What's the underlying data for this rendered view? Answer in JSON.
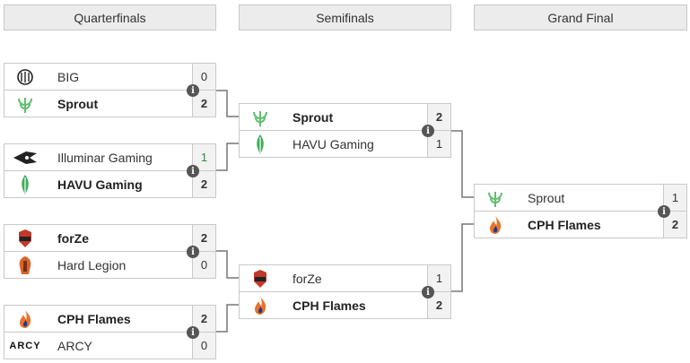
{
  "rounds": [
    {
      "label": "Quarterfinals"
    },
    {
      "label": "Semifinals"
    },
    {
      "label": "Grand Final"
    }
  ],
  "matches": {
    "qf1": {
      "top": {
        "name": "BIG",
        "score": "0",
        "logo": "big-logo-icon"
      },
      "bot": {
        "name": "Sprout",
        "score": "2",
        "logo": "sprout-logo-icon"
      }
    },
    "qf2": {
      "top": {
        "name": "Illuminar Gaming",
        "score": "1",
        "logo": "illuminar-logo-icon"
      },
      "bot": {
        "name": "HAVU Gaming",
        "score": "2",
        "logo": "havu-logo-icon"
      }
    },
    "qf3": {
      "top": {
        "name": "forZe",
        "score": "2",
        "logo": "forze-logo-icon"
      },
      "bot": {
        "name": "Hard Legion",
        "score": "0",
        "logo": "hard-legion-logo-icon"
      }
    },
    "qf4": {
      "top": {
        "name": "CPH Flames",
        "score": "2",
        "logo": "cph-flames-logo-icon"
      },
      "bot": {
        "name": "ARCY",
        "score": "0",
        "logo": "arcy-logo-icon",
        "logo_text": "ARCY"
      }
    },
    "sf1": {
      "top": {
        "name": "Sprout",
        "score": "2",
        "logo": "sprout-logo-icon"
      },
      "bot": {
        "name": "HAVU Gaming",
        "score": "1",
        "logo": "havu-logo-icon"
      }
    },
    "sf2": {
      "top": {
        "name": "forZe",
        "score": "1",
        "logo": "forze-logo-icon"
      },
      "bot": {
        "name": "CPH Flames",
        "score": "2",
        "logo": "cph-flames-logo-icon"
      }
    },
    "gf": {
      "top": {
        "name": "Sprout",
        "score": "1",
        "logo": "sprout-logo-icon"
      },
      "bot": {
        "name": "CPH Flames",
        "score": "2",
        "logo": "cph-flames-logo-icon"
      }
    }
  },
  "info_icon": "info-icon",
  "colors": {
    "connector": "#777777",
    "header_bg": "#ececec",
    "border": "#c9c9c9",
    "sprout_green": "#5fbf6e",
    "cph_orange": "#e8732a"
  }
}
